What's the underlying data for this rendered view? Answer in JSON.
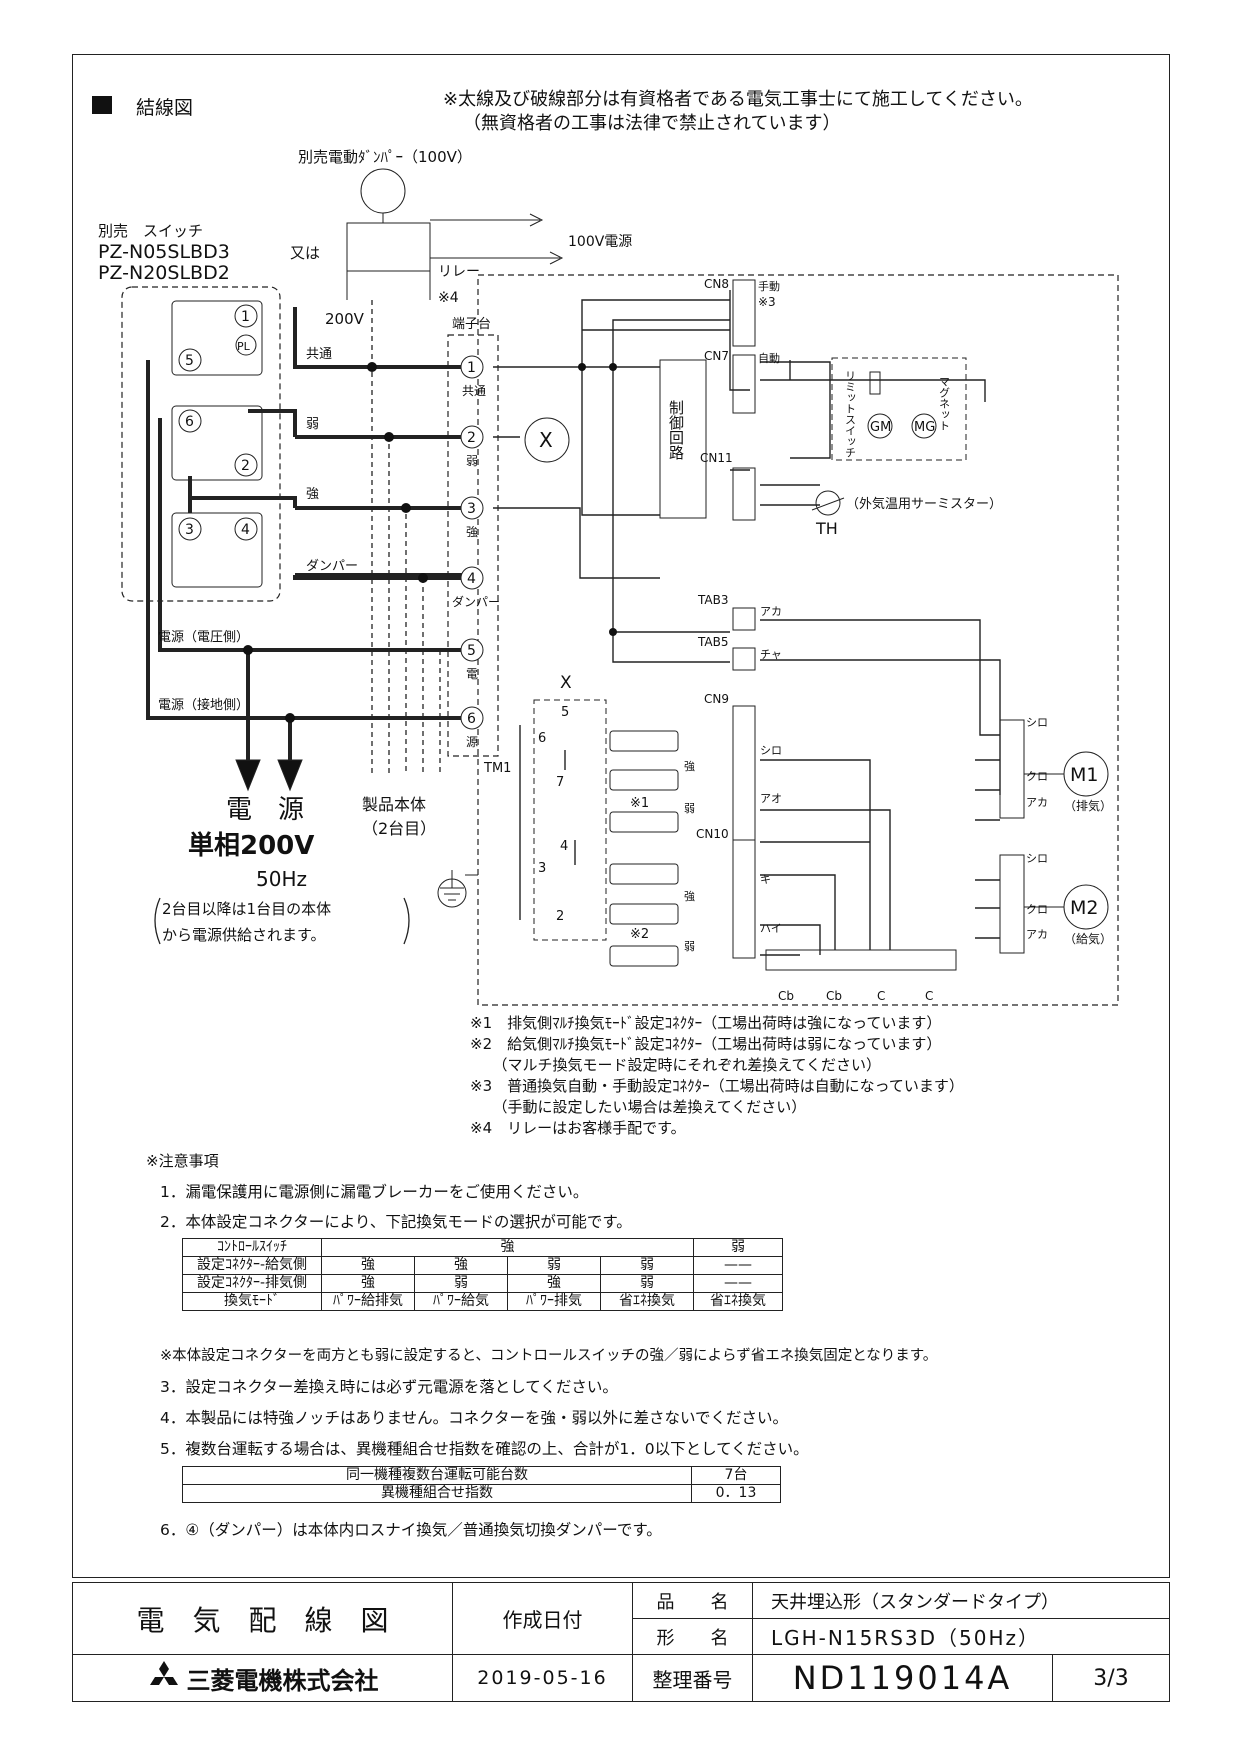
{
  "header": {
    "section_title": "結線図",
    "warning_line1": "※太線及び破線部分は有資格者である電気工事士にて施工してください。",
    "warning_line2": "（無資格者の工事は法律で禁止されています）"
  },
  "diagram": {
    "damper_label": "別売電動ﾀﾞﾝﾊﾟｰ（100V）",
    "power_100v": "100V電源",
    "relay_label": "リレー",
    "relay_note": "※4",
    "v200_label": "200V",
    "switch_title": "別売　スイッチ",
    "switch_model1": "PZ-N05SLBD3",
    "switch_or": "又は",
    "switch_model2": "PZ-N20SLBD2",
    "pl_label": "PL",
    "sw_terminals": [
      "1",
      "5",
      "6",
      "2",
      "3",
      "4"
    ],
    "line_labels": [
      "共通",
      "弱",
      "強",
      "ダンパー"
    ],
    "power_voltage_side": "電源（電圧側）",
    "power_ground_side": "電源（接地側）",
    "terminal_block_title": "端子台",
    "terminal_block_name": "TM1",
    "terminals": [
      {
        "num": "1",
        "label": "共通"
      },
      {
        "num": "2",
        "label": "弱"
      },
      {
        "num": "3",
        "label": "強"
      },
      {
        "num": "4",
        "label": "ダンパー"
      },
      {
        "num": "5",
        "label": "電"
      },
      {
        "num": "6",
        "label": "源"
      }
    ],
    "x_relay": "X",
    "control_circuit": "制御回路",
    "connectors": [
      "CN8",
      "CN7",
      "CN11",
      "TAB3",
      "TAB5",
      "CN9",
      "CN10"
    ],
    "cn8_label": "手動",
    "cn8_note": "※3",
    "cn7_label": "自動",
    "limit_switch": "リミットスイッチ",
    "magnet": "マグネット",
    "gm": "GM",
    "mg": "MG",
    "thermistor": "（外気温用サーミスター）",
    "th": "TH",
    "wire_red": "アカ",
    "wire_brown": "チャ",
    "wire_white": "シロ",
    "wire_blue": "アオ",
    "wire_yellow": "キ",
    "wire_gray": "ハイ",
    "wire_black": "クロ",
    "m1": "M1",
    "m1_label": "（排気）",
    "m2": "M2",
    "m2_label": "（給気）",
    "x_block": "X",
    "x_terms": [
      "5",
      "6",
      "7",
      "4",
      "3",
      "2"
    ],
    "strong": "強",
    "weak": "弱",
    "note1": "※1",
    "note2": "※2",
    "caps": [
      "Cb",
      "Cb",
      "C",
      "C"
    ],
    "power_label": "電　源",
    "power_phase": "単相200V",
    "power_freq": "50Hz",
    "power_note1": "2台目以降は1台目の本体",
    "power_note2": "から電源供給されます。",
    "product_body": "製品本体",
    "product_second": "（2台目）"
  },
  "footnotes": [
    "※1　排気側ﾏﾙﾁ換気ﾓｰﾄﾞ設定ｺﾈｸﾀｰ（工場出荷時は強になっています）",
    "※2　給気側ﾏﾙﾁ換気ﾓｰﾄﾞ設定ｺﾈｸﾀｰ（工場出荷時は弱になっています）",
    "　　（マルチ換気モード設定時にそれぞれ差換えてください）",
    "※3　普通換気自動・手動設定ｺﾈｸﾀｰ（工場出荷時は自動になっています）",
    "　　（手動に設定したい場合は差換えてください）",
    "※4　リレーはお客様手配です。"
  ],
  "notes": {
    "title": "※注意事項",
    "n1": "1．漏電保護用に電源側に漏電ブレーカーをご使用ください。",
    "n2": "2．本体設定コネクターにより、下記換気モードの選択が可能です。",
    "mode_table": {
      "header": [
        "ｺﾝﾄﾛｰﾙｽｲｯﾁ",
        "強",
        "弱"
      ],
      "rows": [
        [
          "設定ｺﾈｸﾀｰ-給気側",
          "強",
          "強",
          "弱",
          "弱",
          "——"
        ],
        [
          "設定ｺﾈｸﾀｰ-排気側",
          "強",
          "弱",
          "強",
          "弱",
          "——"
        ],
        [
          "換気ﾓｰﾄﾞ",
          "ﾊﾟﾜｰ給排気",
          "ﾊﾟﾜｰ給気",
          "ﾊﾟﾜｰ排気",
          "省ｴﾈ換気",
          "省ｴﾈ換気"
        ]
      ]
    },
    "n2_extra": "※本体設定コネクターを両方とも弱に設定すると、コントロールスイッチの強／弱によらず省エネ換気固定となります。",
    "n3": "3．設定コネクター差換え時には必ず元電源を落としてください。",
    "n4": "4．本製品には特強ノッチはありません。コネクターを強・弱以外に差さないでください。",
    "n5": "5．複数台運転する場合は、異機種組合せ指数を確認の上、合計が1．0以下としてください。",
    "count_table": [
      [
        "同一機種複数台運転可能台数",
        "7台"
      ],
      [
        "異機種組合せ指数",
        "0．13"
      ]
    ],
    "n6": "6．④（ダンパー）は本体内ロスナイ換気／普通換気切換ダンパーです。"
  },
  "title_block": {
    "doc_title": "電　気　配　線　図",
    "date_label": "作成日付",
    "date_value": "2019-05-16",
    "product_label": "品　　名",
    "model_label": "形　　名",
    "product_value": "天井埋込形（スタンダードタイプ）",
    "model_value": "LGH-N15RS3D（50Hz）",
    "ref_label": "整理番号",
    "ref_value": "ND119014A",
    "page": "3/3",
    "company": "三菱電機株式会社"
  }
}
